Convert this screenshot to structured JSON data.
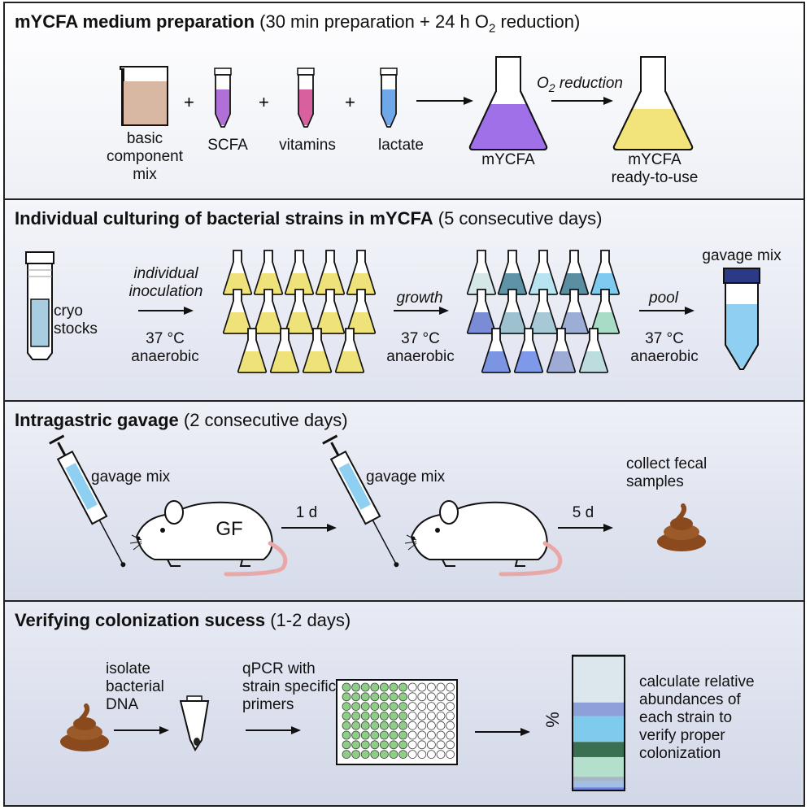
{
  "panel1": {
    "title_bold": "mYCFA medium preparation",
    "title_rest_a": " (30 min preparation + 24 h O",
    "title_sub": "2",
    "title_rest_b": " reduction)",
    "beaker_label": "basic\ncomponent\nmix",
    "tube1_label": "SCFA",
    "tube2_label": "vitamins",
    "tube3_label": "lactate",
    "plus": "+",
    "arrow_label_a": "O",
    "arrow_label_sub": "2",
    "arrow_label_b": " reduction",
    "flask1_label": "mYCFA",
    "flask2_label": "mYCFA\nready-to-use"
  },
  "panel2": {
    "title_bold": "Individual culturing of bacterial strains in mYCFA",
    "title_rest": " (5 consecutive days)",
    "cryo_label": "cryo\nstocks",
    "arrow1_label": "individual\ninoculation",
    "cond1": "37 °C\nanaerobic",
    "arrow2_label": "growth",
    "cond2": "37 °C\nanaerobic",
    "arrow3_label": "pool",
    "cond3": "37 °C\nanaerobic",
    "tube_label": "gavage mix"
  },
  "panel3": {
    "title_bold": "Intragastric gavage",
    "title_rest": " (2 consecutive days)",
    "syringe1_label": "gavage mix",
    "mouse1_label": "GF",
    "arrow1_label": "1 d",
    "syringe2_label": "gavage mix",
    "arrow2_label": "5 d",
    "feces_label": "collect fecal\nsamples"
  },
  "panel4": {
    "title_bold": "Verifying colonization sucess",
    "title_rest": " (1-2 days)",
    "step1_label": "isolate\nbacterial\nDNA",
    "step2_label": "qPCR with\nstrain specific\nprimers",
    "axis_label": "%",
    "result_label": "calculate relative\nabundances of\neach strain to\nverify proper\ncolonization"
  },
  "colors": {
    "beaker_fill": "#d8b8a2",
    "scfa": "#b070d8",
    "vitamins": "#d9609f",
    "lactate": "#6fa8e8",
    "mycfa": "#a070e8",
    "ready": "#f2e47a",
    "yellow_culture": "#efe27a",
    "gavage_mix": "#8fd0f2",
    "feces": "#8a4a1e",
    "well_green": "#8ecf86"
  },
  "cultures": [
    "#d6e7ea",
    "#5f93a8",
    "#b8e4f1",
    "#5b8ea0",
    "#7ecbef",
    "#7b8cd6",
    "#9dc1cf",
    "#a6c9d5",
    "#9caed6",
    "#a9dcc7",
    "#7c95e2",
    "#7e99ea",
    "#9eacd5",
    "#bcdcdd"
  ],
  "abundance_segments": [
    {
      "color": "#7a2f47",
      "value": 1
    },
    {
      "color": "#dbe7ec",
      "value": 30
    },
    {
      "color": "#8da0d8",
      "value": 9
    },
    {
      "color": "#7fcbee",
      "value": 17
    },
    {
      "color": "#3a6f52",
      "value": 10
    },
    {
      "color": "#b3dfcc",
      "value": 13
    },
    {
      "color": "#a6b6c8",
      "value": 3
    },
    {
      "color": "#9fbfe6",
      "value": 4
    },
    {
      "color": "#6d7fd6",
      "value": 2
    }
  ]
}
